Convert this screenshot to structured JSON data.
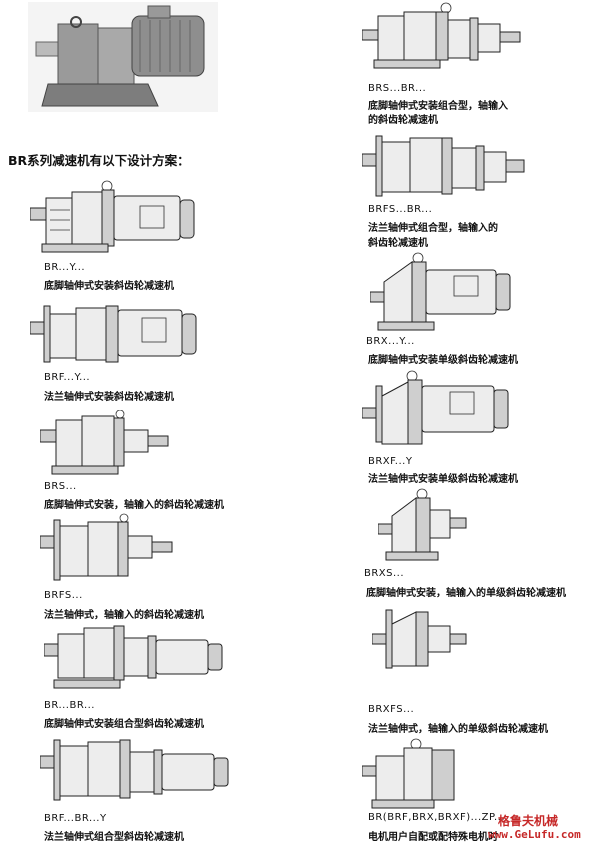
{
  "heading": "BR系列减速机有以下设计方案：",
  "left_items": [
    {
      "code": "BR...Y...",
      "desc": "底脚轴伸式安装斜齿轮减速机"
    },
    {
      "code": "BRF...Y...",
      "desc": "法兰轴伸式安装斜齿轮减速机"
    },
    {
      "code": "BRS...",
      "desc": "底脚轴伸式安装，轴输入的斜齿轮减速机"
    },
    {
      "code": "BRFS...",
      "desc": "法兰轴伸式，轴输入的斜齿轮减速机"
    },
    {
      "code": "BR...BR...",
      "desc": "底脚轴伸式安装组合型斜齿轮减速机"
    },
    {
      "code": "BRF...BR...Y",
      "desc": "法兰轴伸式组合型斜齿轮减速机"
    }
  ],
  "right_items": [
    {
      "code": "BRS...BR...",
      "desc_1": "底脚轴伸式安装组合型，轴输入",
      "desc_2": "的斜齿轮减速机"
    },
    {
      "code": "BRFS...BR...",
      "desc_1": "法兰轴伸式组合型，轴输入的",
      "desc_2": "斜齿轮减速机"
    },
    {
      "code": "BRX...Y...",
      "desc_1": "底脚轴伸式安装单级斜齿轮减速机"
    },
    {
      "code": "BRXF...Y",
      "desc_1": "法兰轴伸式安装单级斜齿轮减速机"
    },
    {
      "code": "BRXS...",
      "desc_1": "底脚轴伸式安装，轴输入的单级斜齿轮减速机"
    },
    {
      "code": "BRXFS...",
      "desc_1": "法兰轴伸式，轴输入的单级斜齿轮减速机"
    },
    {
      "code": "BR(BRF,BRX,BRXF)...ZP...",
      "desc_1": "电机用户自配或配特殊电机时"
    }
  ],
  "watermark": {
    "name": "格鲁夫机械",
    "url": "www.GeLufu.com",
    "color": "#c62828"
  }
}
